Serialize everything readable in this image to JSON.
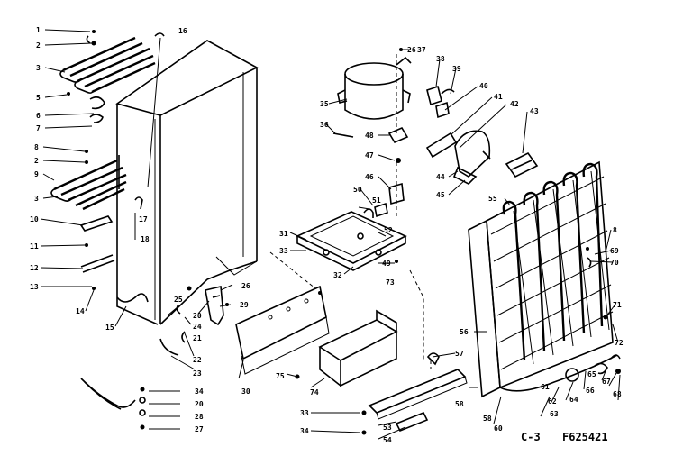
{
  "callouts": {
    "c1": "1",
    "c2": "2",
    "c3": "3",
    "c5": "5",
    "c6": "6",
    "c7": "7",
    "c8": "8",
    "c9": "9",
    "c10": "10",
    "c11": "11",
    "c12": "12",
    "c13": "13",
    "c14": "14",
    "c15": "15",
    "c16": "16",
    "c17": "17",
    "c18": "18",
    "c20": "20",
    "c21": "21",
    "c22": "22",
    "c23": "23",
    "c24": "24",
    "c25": "25",
    "c26": "26",
    "c27": "27",
    "c28": "28",
    "c29": "29",
    "c30": "30",
    "c31": "31",
    "c32": "32",
    "c33": "33",
    "c34": "34",
    "c35": "35",
    "c36": "36",
    "c37": "37",
    "c38": "38",
    "c39": "39",
    "c40": "40",
    "c41": "41",
    "c42": "42",
    "c43": "43",
    "c44": "44",
    "c45": "45",
    "c46": "46",
    "c47": "47",
    "c48": "48",
    "c49": "49",
    "c50": "50",
    "c51": "51",
    "c52": "52",
    "c53": "53",
    "c54": "54",
    "c55": "55",
    "c56": "56",
    "c57": "57",
    "c58": "58",
    "c60": "60",
    "c61": "61",
    "c62": "62",
    "c63": "63",
    "c64": "64",
    "c65": "65",
    "c66": "66",
    "c67": "67",
    "c68": "68",
    "c69": "69",
    "c70": "70",
    "c71": "71",
    "c72": "72",
    "c73": "73",
    "c74": "74",
    "c75": "75"
  },
  "footer": {
    "section_code": "C-3",
    "figure_number": "F625421"
  }
}
